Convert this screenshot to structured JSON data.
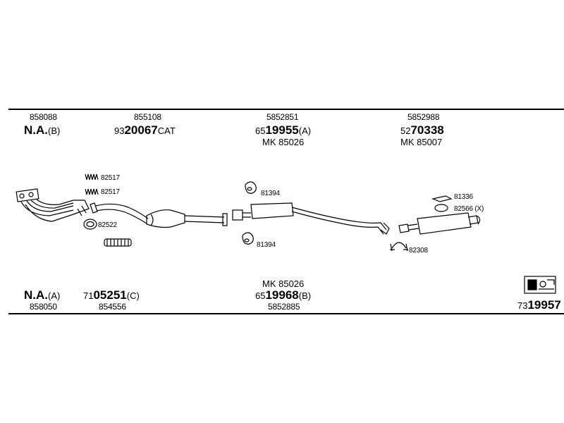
{
  "top_row": [
    {
      "num": "858088",
      "prefix": "",
      "bold": "N.A.",
      "suffix": "(B)",
      "mk": ""
    },
    {
      "num": "855108",
      "prefix": "93",
      "bold": "20067",
      "suffix": "CAT",
      "mk": ""
    },
    {
      "num": "5852851",
      "prefix": "65",
      "bold": "19955",
      "suffix": "(A)",
      "mk": "MK  85026"
    },
    {
      "num": "5852988",
      "prefix": "52",
      "bold": "70338",
      "suffix": "",
      "mk": "MK  85007"
    }
  ],
  "bottom_row": [
    {
      "num": "858050",
      "prefix": "",
      "bold": "N.A.",
      "suffix": "(A)",
      "mk": ""
    },
    {
      "num": "854556",
      "prefix": "71",
      "bold": "05251",
      "suffix": "(C)",
      "mk": ""
    },
    {
      "num": "5852885",
      "prefix": "65",
      "bold": "19968",
      "suffix": "(B)",
      "mk": "MK  85026"
    }
  ],
  "parts": {
    "p82517a": "82517",
    "p82517b": "82517",
    "p82522": "82522",
    "p81394a": "81394",
    "p81394b": "81394",
    "p81336": "81336",
    "p82566": "82566 (X)",
    "p82308": "82308"
  },
  "catalog": {
    "prefix": "73",
    "bold": "19957"
  },
  "icons": {
    "logo": "bosal-box-icon"
  }
}
